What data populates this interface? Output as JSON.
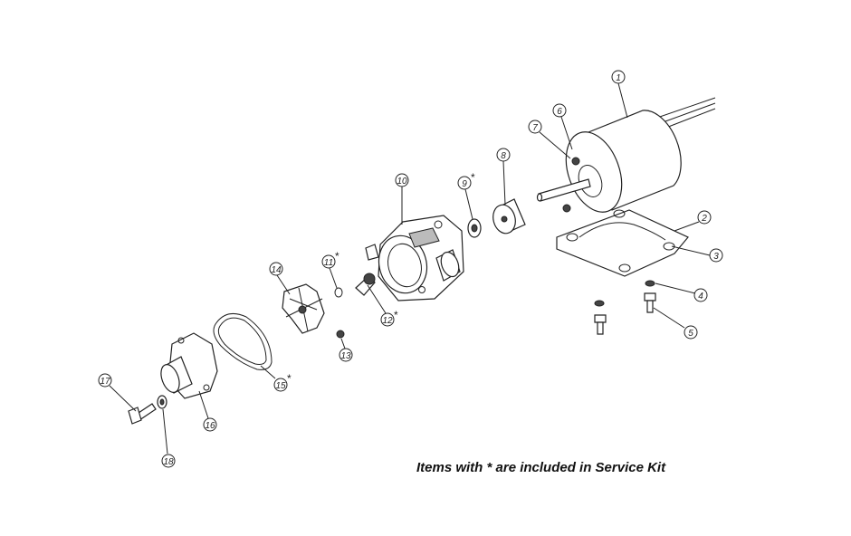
{
  "callouts": [
    {
      "id": "1",
      "star": ""
    },
    {
      "id": "2",
      "star": ""
    },
    {
      "id": "3",
      "star": ""
    },
    {
      "id": "4",
      "star": ""
    },
    {
      "id": "5",
      "star": ""
    },
    {
      "id": "6",
      "star": ""
    },
    {
      "id": "7",
      "star": ""
    },
    {
      "id": "8",
      "star": ""
    },
    {
      "id": "9",
      "star": "*"
    },
    {
      "id": "10",
      "star": ""
    },
    {
      "id": "11",
      "star": "*"
    },
    {
      "id": "12",
      "star": "*"
    },
    {
      "id": "13",
      "star": ""
    },
    {
      "id": "14",
      "star": ""
    },
    {
      "id": "15",
      "star": "*"
    },
    {
      "id": "16",
      "star": ""
    },
    {
      "id": "17",
      "star": ""
    },
    {
      "id": "18",
      "star": ""
    }
  ],
  "note": "Items with * are included in Service Kit"
}
